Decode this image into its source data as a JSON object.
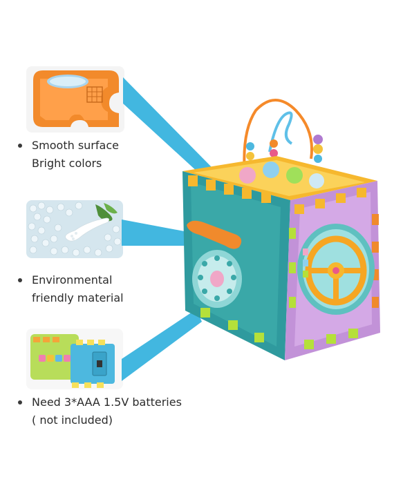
{
  "features": [
    {
      "lines": [
        "Smooth surface",
        "Bright colors"
      ]
    },
    {
      "lines": [
        "Environmental",
        "friendly material"
      ]
    },
    {
      "lines": [
        "Need 3*AAA 1.5V batteries",
        "( not included)"
      ]
    }
  ],
  "colors": {
    "pointer": "#38b3de",
    "cube_teal": "#2c8f93",
    "cube_purple": "#c79ad8",
    "cube_yellow": "#f7b52a",
    "cube_orange": "#f08a2c",
    "cube_green": "#b5e03a"
  }
}
